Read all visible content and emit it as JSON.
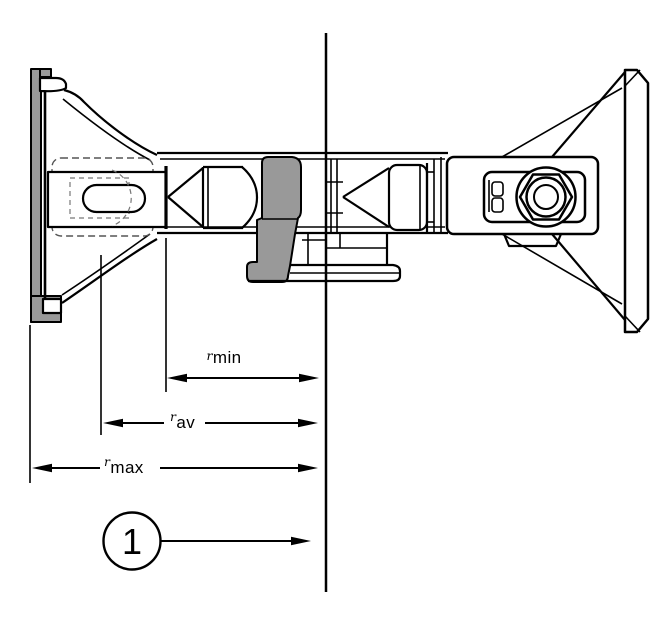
{
  "figure": {
    "type": "technical-sectional-drawing",
    "description_hint": "spreader arm assembly with radius dimensions to center axis",
    "colors": {
      "line": "#000000",
      "section_fill": "#999999",
      "background": "#ffffff"
    },
    "dimension_labels": [
      {
        "id": "r_min",
        "var": "r",
        "sub": "min"
      },
      {
        "id": "r_av",
        "var": "r",
        "sub": "av"
      },
      {
        "id": "r_max",
        "var": "r",
        "sub": "max"
      }
    ],
    "callouts": [
      {
        "id": "callout-1",
        "number": "1"
      }
    ]
  }
}
